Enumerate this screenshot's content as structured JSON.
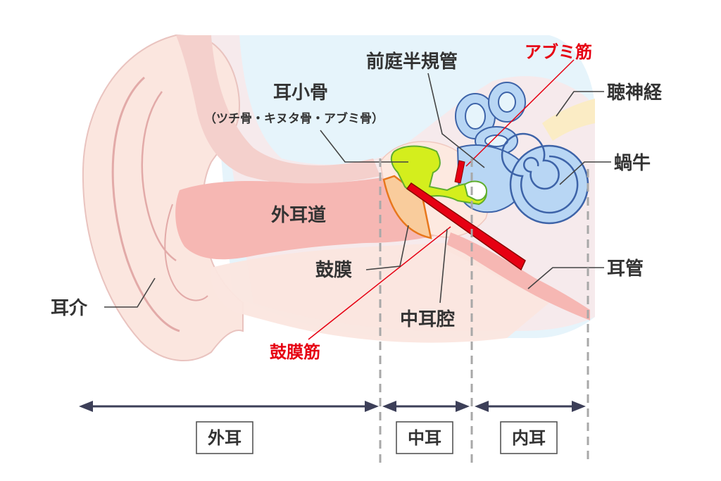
{
  "labels": {
    "semicircular_canals": "前庭半規管",
    "stapedius": "アブミ筋",
    "ossicles": "耳小骨",
    "ossicles_detail": "（ツチ骨・キヌタ骨・アブミ骨）",
    "auditory_nerve": "聴神経",
    "cochlea": "蝸牛",
    "ear_canal": "外耳道",
    "eardrum": "鼓膜",
    "eustachian_tube": "耳管",
    "auricle": "耳介",
    "middle_ear_cavity": "中耳腔",
    "tensor_tympani": "鼓膜筋"
  },
  "sections": {
    "outer": "外耳",
    "middle": "中耳",
    "inner": "内耳"
  },
  "colors": {
    "skin": "#fbe6df",
    "skin_dark": "#f2c6c0",
    "canal": "#f6b7b3",
    "bone": "#dde3f5",
    "cochlea": "#b8d6f4",
    "cochlea_stroke": "#3d63a8",
    "ossicles": "#d4ee1d",
    "ossicles_stroke": "#5fae2e",
    "eardrum": "#f9cc9c",
    "eardrum_stroke": "#e8771c",
    "nerve": "#fbecc5",
    "muscle": "#e60012",
    "leader": "#444444",
    "arrow": "#3c3f58",
    "dashed": "#a8a8a8"
  }
}
